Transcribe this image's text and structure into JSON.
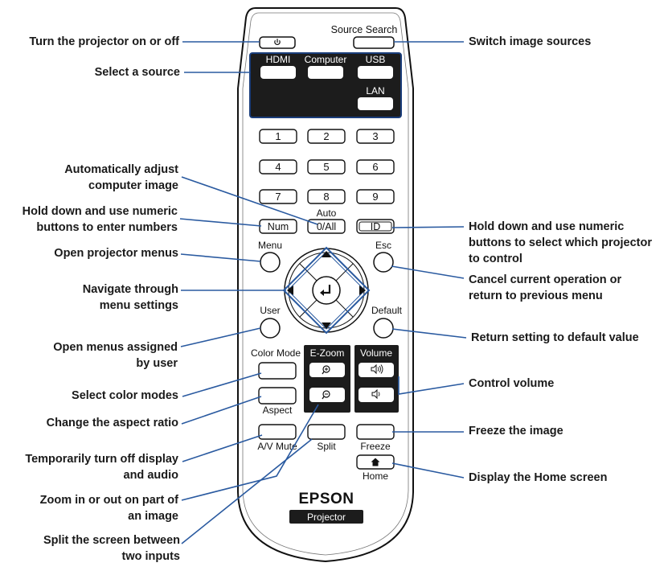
{
  "callouts_left": [
    {
      "id": "power",
      "lines": [
        "Turn the projector on or off"
      ]
    },
    {
      "id": "select-source",
      "lines": [
        "Select a source"
      ]
    },
    {
      "id": "auto-adjust",
      "lines": [
        "Automatically adjust",
        "computer image"
      ]
    },
    {
      "id": "num",
      "lines": [
        "Hold down and use numeric",
        "buttons to enter numbers"
      ]
    },
    {
      "id": "menu",
      "lines": [
        "Open projector menus"
      ]
    },
    {
      "id": "navigate",
      "lines": [
        "Navigate through",
        "menu settings"
      ]
    },
    {
      "id": "user",
      "lines": [
        "Open menus assigned",
        "by user"
      ]
    },
    {
      "id": "color-mode",
      "lines": [
        "Select color modes"
      ]
    },
    {
      "id": "aspect",
      "lines": [
        "Change the aspect ratio"
      ]
    },
    {
      "id": "av-mute",
      "lines": [
        "Temporarily turn off display",
        "and audio"
      ]
    },
    {
      "id": "e-zoom",
      "lines": [
        "Zoom in or out on part of",
        "an image"
      ]
    },
    {
      "id": "split",
      "lines": [
        "Split the screen between",
        "two inputs"
      ]
    }
  ],
  "callouts_right": [
    {
      "id": "source-search",
      "lines": [
        "Switch image sources"
      ]
    },
    {
      "id": "id",
      "lines": [
        "Hold down and use numeric",
        "buttons to select which projector",
        "to control"
      ]
    },
    {
      "id": "esc",
      "lines": [
        "Cancel current operation or",
        "return to previous menu"
      ]
    },
    {
      "id": "default",
      "lines": [
        "Return setting to default value"
      ]
    },
    {
      "id": "volume",
      "lines": [
        "Control volume"
      ]
    },
    {
      "id": "freeze",
      "lines": [
        "Freeze the image"
      ]
    },
    {
      "id": "home",
      "lines": [
        "Display the Home screen"
      ]
    }
  ],
  "remote": {
    "source_search": "Source Search",
    "sources": [
      "HDMI",
      "Computer",
      "USB",
      "LAN"
    ],
    "digits": [
      "1",
      "2",
      "3",
      "4",
      "5",
      "6",
      "7",
      "8",
      "9"
    ],
    "auto_label": "Auto",
    "zero_all": "0/All",
    "num": "Num",
    "id": "ID",
    "menu": "Menu",
    "esc": "Esc",
    "user": "User",
    "default": "Default",
    "color_mode": "Color Mode",
    "e_zoom": "E-Zoom",
    "volume": "Volume",
    "aspect": "Aspect",
    "av_mute": "A/V Mute",
    "split": "Split",
    "freeze": "Freeze",
    "home": "Home",
    "brand": "EPSON",
    "model": "Projector"
  },
  "icons": {
    "power": "power-icon",
    "enter": "enter-icon",
    "zoom_in": "zoom-in-icon",
    "zoom_out": "zoom-out-icon",
    "volume_up": "volume-up-icon",
    "volume_down": "volume-down-icon",
    "home": "home-icon"
  },
  "colors": {
    "ink": "#111111",
    "leader": "#2a5aa0",
    "panel": "#1c1c1c",
    "button_fill": "#ffffff"
  }
}
